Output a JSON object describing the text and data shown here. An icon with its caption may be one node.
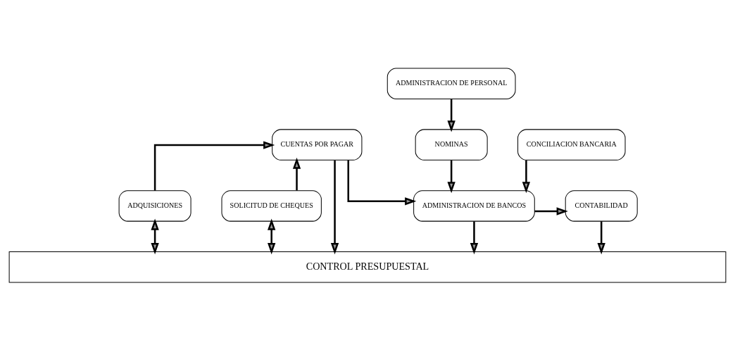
{
  "diagram": {
    "nodes": [
      {
        "text": [
          "ADMINISTRACION DE PERSONAL"
        ]
      },
      {
        "text": [
          "CUENTAS POR PAGAR"
        ]
      },
      {
        "text": [
          "NOMINAS"
        ]
      },
      {
        "text": [
          "CONCILIACION BANCARIA"
        ]
      },
      {
        "text": [
          "ADQUISICIONES"
        ]
      },
      {
        "text": [
          "SOLICITUD DE CHEQUES"
        ]
      },
      {
        "text": [
          "ADMINISTRACION DE BANCOS"
        ]
      },
      {
        "text": [
          "CONTABILIDAD"
        ]
      },
      {
        "text": [
          "CONTROL PRESUPUESTAL"
        ]
      }
    ],
    "edges": [
      {
        "from": 0,
        "to": 2,
        "arrow": "to"
      },
      {
        "from": 4,
        "to": 1,
        "arrow": "to"
      },
      {
        "from": 5,
        "to": 1,
        "arrow": "to"
      },
      {
        "from": 1,
        "to": 6,
        "arrow": "to"
      },
      {
        "from": 1,
        "to": 8,
        "arrow": "to"
      },
      {
        "from": 2,
        "to": 6,
        "arrow": "to"
      },
      {
        "from": 3,
        "to": 6,
        "arrow": "to"
      },
      {
        "from": 6,
        "to": 7,
        "arrow": "to"
      },
      {
        "from": 4,
        "to": 8,
        "arrow": "both"
      },
      {
        "from": 5,
        "to": 8,
        "arrow": "both"
      },
      {
        "from": 6,
        "to": 8,
        "arrow": "to"
      },
      {
        "from": 7,
        "to": 8,
        "arrow": "to"
      }
    ]
  }
}
